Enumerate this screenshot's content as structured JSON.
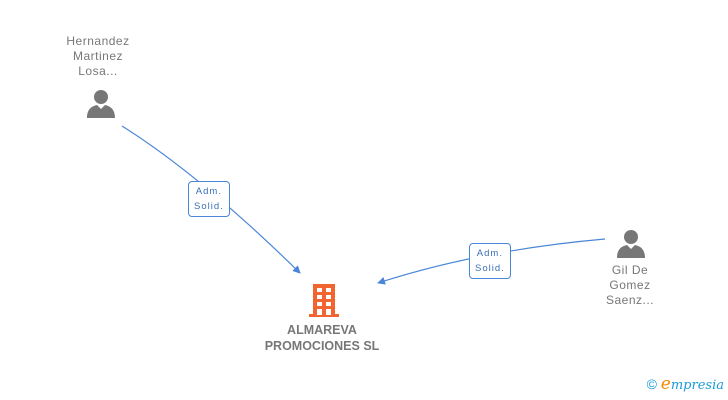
{
  "persons": [
    {
      "id": "p1",
      "name_lines": [
        "Hernandez",
        "Martinez",
        "Losa..."
      ]
    },
    {
      "id": "p2",
      "name_lines": [
        "Gil De",
        "Gomez",
        "Saenz..."
      ]
    }
  ],
  "edges": [
    {
      "from": "p1",
      "to": "company",
      "label_lines": [
        "Adm.",
        "Solid."
      ]
    },
    {
      "from": "p2",
      "to": "company",
      "label_lines": [
        "Adm.",
        "Solid."
      ]
    }
  ],
  "company": {
    "name_lines": [
      "ALMAREVA",
      "PROMOCIONES SL"
    ]
  },
  "colors": {
    "edge": "#4a86d8",
    "person_icon": "#777777",
    "company_icon": "#f26430",
    "text": "#777777"
  },
  "footer": {
    "copyright_symbol": "©",
    "brand_initial": "e",
    "brand_rest": "mpresia"
  }
}
